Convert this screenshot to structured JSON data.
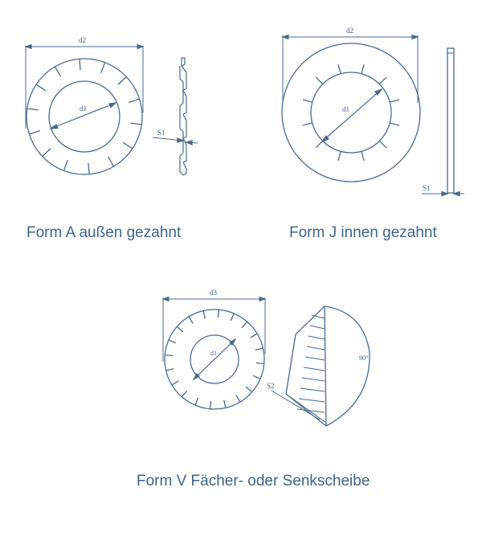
{
  "captions": {
    "form_a": "Form A außen gezahnt",
    "form_j": "Form J innen gezahnt",
    "form_v": "Form V Fächer- oder Senkscheibe"
  },
  "labels": {
    "a_outer_diameter": "d2",
    "a_inner_diameter": "d1",
    "a_thickness": "S1",
    "j_outer_diameter": "d2",
    "j_inner_diameter": "d1",
    "j_thickness": "S1",
    "v_outer_diameter": "d3",
    "v_inner_diameter": "d1",
    "v_thickness": "S2",
    "v_angle": "90°"
  },
  "colors": {
    "line": "#4a6a8c",
    "text": "#3d6688"
  }
}
